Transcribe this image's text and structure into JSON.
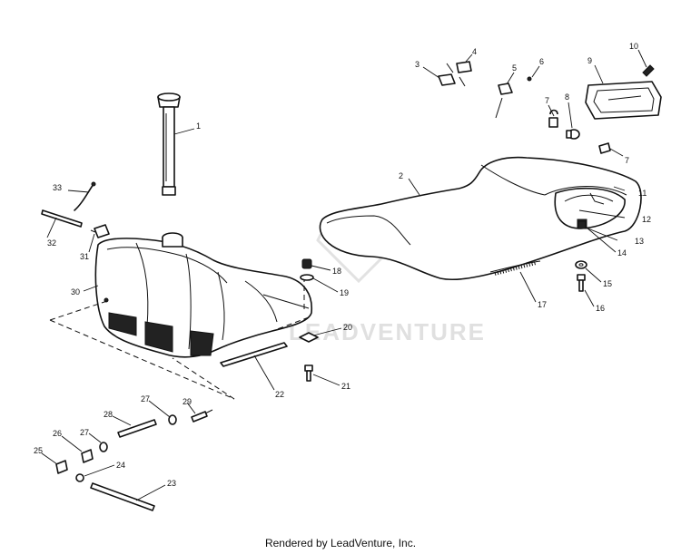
{
  "watermark": "LEADVENTURE",
  "footer": "Rendered by LeadVenture, Inc.",
  "callouts": [
    "1",
    "2",
    "3",
    "4",
    "5",
    "6",
    "7",
    "7",
    "8",
    "9",
    "10",
    "11",
    "12",
    "13",
    "14",
    "15",
    "16",
    "17",
    "18",
    "19",
    "20",
    "21",
    "22",
    "23",
    "24",
    "25",
    "26",
    "27",
    "27",
    "28",
    "29",
    "30",
    "31",
    "32",
    "33"
  ]
}
